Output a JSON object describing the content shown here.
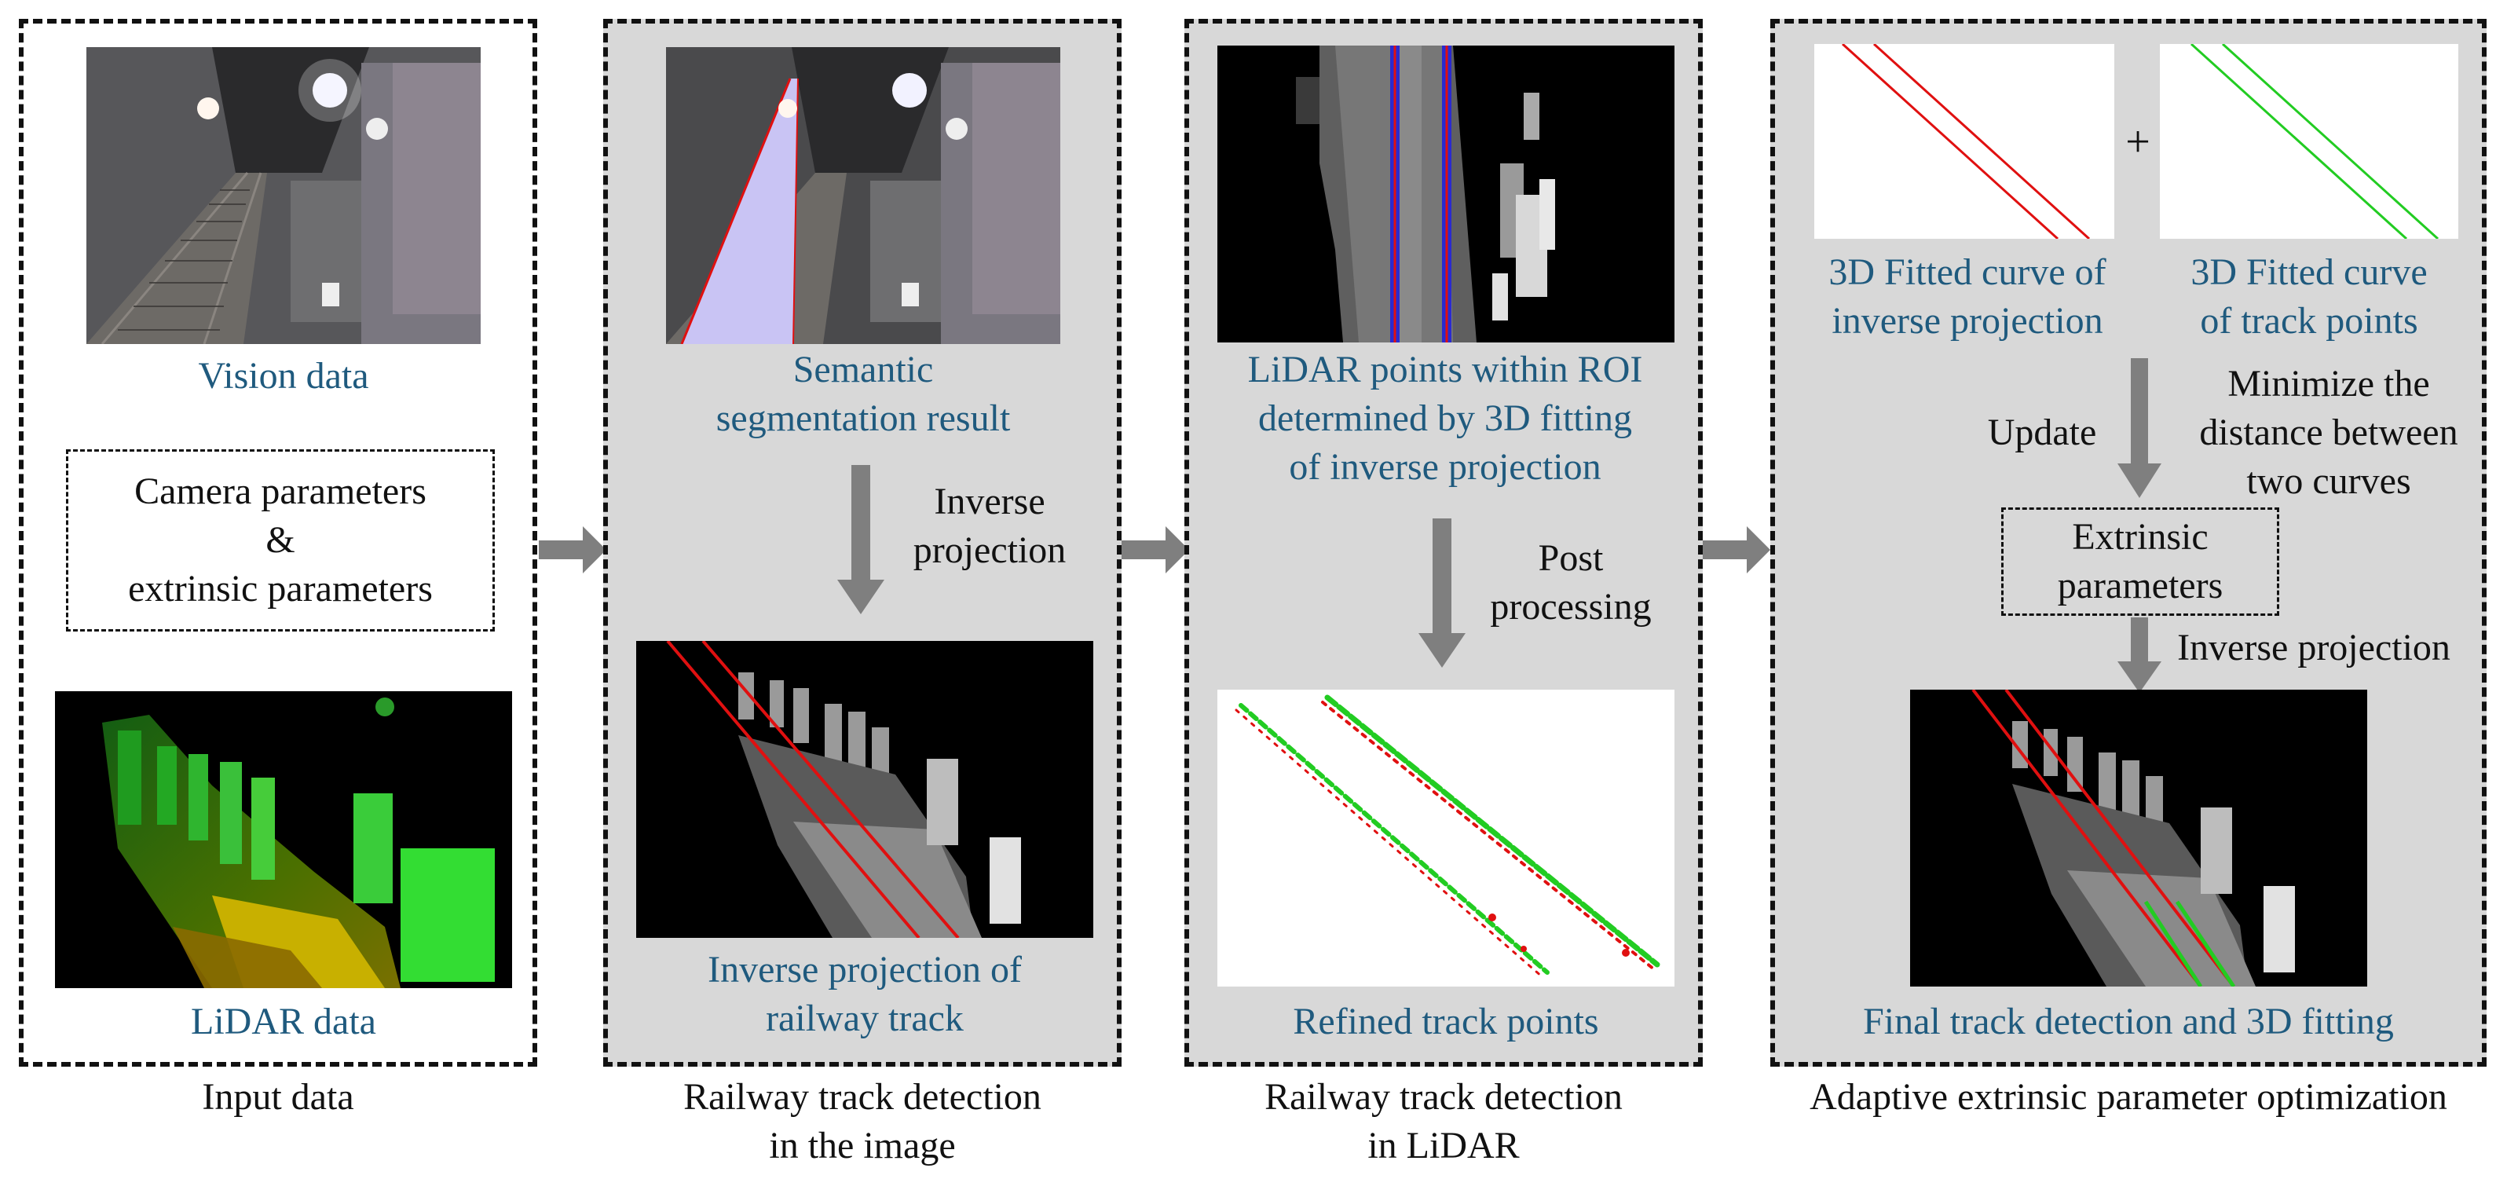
{
  "panels": {
    "input": {
      "vision_label": "Vision data",
      "params_lines": [
        "Camera parameters",
        "&",
        "extrinsic parameters"
      ],
      "lidar_label": "LiDAR data",
      "caption": "Input data"
    },
    "image_detection": {
      "segmentation_lines": [
        "Semantic",
        "segmentation result"
      ],
      "arrow_lines": [
        "Inverse",
        "projection"
      ],
      "inverse_lines": [
        "Inverse projection of",
        "railway track"
      ],
      "caption_lines": [
        "Railway track detection",
        "in the image"
      ]
    },
    "lidar_detection": {
      "roi_lines": [
        "LiDAR points within ROI",
        "determined by 3D fitting",
        "of inverse projection"
      ],
      "arrow_lines": [
        "Post",
        "processing"
      ],
      "refined_label": "Refined track points",
      "caption_lines": [
        "Railway track detection",
        "in LiDAR"
      ]
    },
    "optimization": {
      "plus": "+",
      "curve1_lines": [
        "3D Fitted curve of",
        "inverse projection"
      ],
      "curve2_lines": [
        "3D Fitted curve",
        "of track points"
      ],
      "update_label": "Update",
      "minimize_lines": [
        "Minimize the",
        "distance between",
        "two curves"
      ],
      "extrinsic_lines": [
        "Extrinsic",
        "parameters"
      ],
      "inverse_label": "Inverse projection",
      "final_label": "Final track detection and 3D fitting",
      "caption": "Adaptive extrinsic parameter optimization"
    }
  },
  "colors": {
    "label_blue": "#1f5a7e",
    "panel_gray": "#d8d8d8",
    "arrow_gray": "#7f7f7f",
    "track_red": "#e01010",
    "track_green": "#22cc22"
  }
}
